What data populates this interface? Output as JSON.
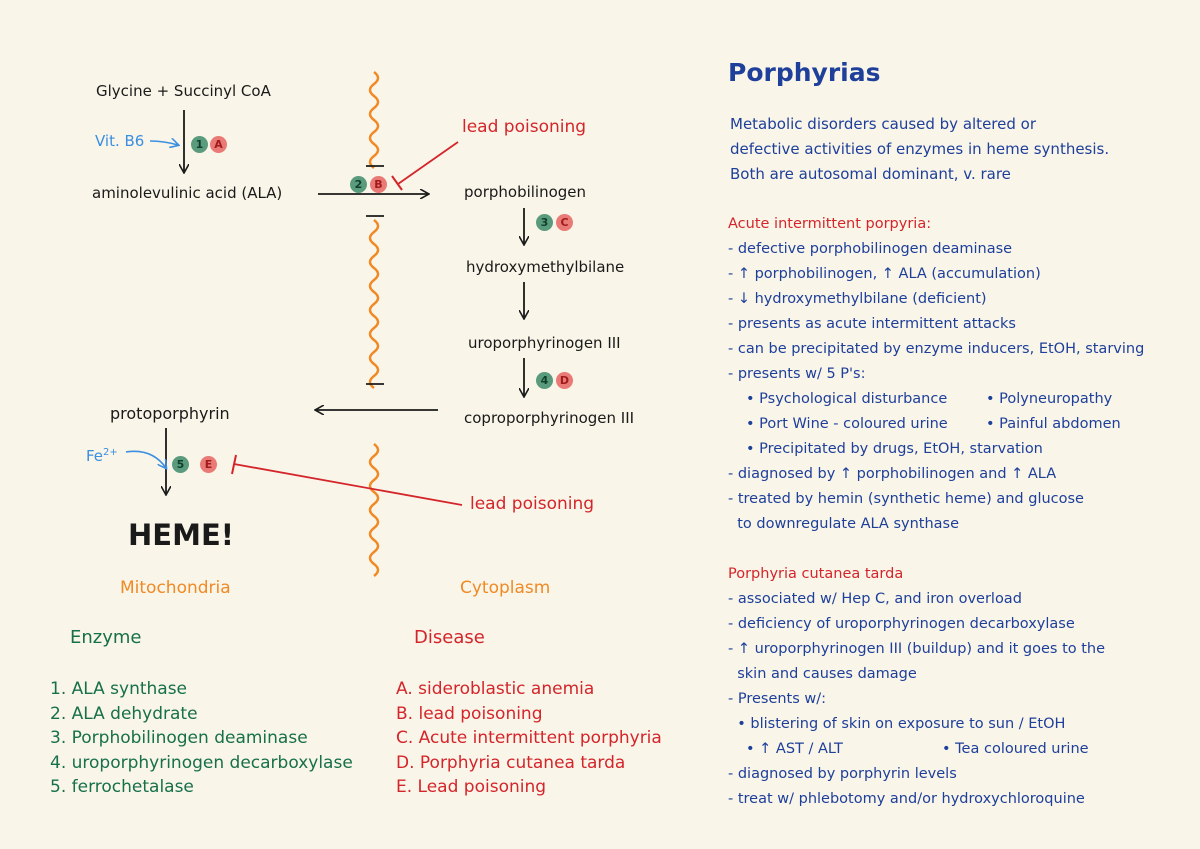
{
  "pathway": {
    "glycine": "Glycine + Succinyl CoA",
    "vit": "Vit. B6",
    "ala": "aminolevulinic acid (ALA)",
    "pbg": "porphobilinogen",
    "hmb": "hydroxymethylbilane",
    "uro": "uroporphyrinogen III",
    "copro": "coproporphyrinogen III",
    "proto": "protoporphyrin",
    "fe": "Fe",
    "fe_sup": "2+",
    "heme": "HEME!",
    "lead1": "lead poisoning",
    "lead2": "lead poisoning",
    "mito": "Mitochondria",
    "cyto": "Cytoplasm",
    "badges": {
      "g1": "1",
      "rA": "A",
      "g2": "2",
      "rB": "B",
      "g3": "3",
      "rC": "C",
      "g4": "4",
      "rD": "D",
      "g5": "5",
      "rE": "E"
    }
  },
  "enzyme": {
    "title": "Enzyme",
    "items": [
      "1. ALA synthase",
      "2. ALA dehydrate",
      "3. Porphobilinogen deaminase",
      "4. uroporphyrinogen decarboxylase",
      "5. ferrochetalase"
    ]
  },
  "disease": {
    "title": "Disease",
    "items": [
      "A. sideroblastic anemia",
      "B. lead poisoning",
      "C. Acute intermittent porphyria",
      "D. Porphyria cutanea tarda",
      "E. Lead poisoning"
    ]
  },
  "notes": {
    "title": "Porphyrias",
    "intro": [
      "Metabolic disorders caused by altered or",
      "defective activities of enzymes in heme synthesis.",
      "Both are autosomal dominant, v. rare"
    ],
    "aip": {
      "title": "Acute intermittent porpyria:",
      "lines": [
        "- defective porphobilinogen deaminase",
        "- ↑ porphobilinogen, ↑ ALA (accumulation)",
        "- ↓ hydroxymethylbilane (deficient)",
        "- presents as acute intermittent attacks",
        "- can be precipitated by enzyme inducers, EtOH, starving",
        "- presents w/ 5 P's:"
      ],
      "ps_left": [
        "• Psychological disturbance",
        "• Port Wine - coloured urine"
      ],
      "ps_right": [
        "• Polyneuropathy",
        "• Painful abdomen"
      ],
      "ps_last": "• Precipitated by drugs, EtOH, starvation",
      "tail": [
        "- diagnosed by ↑ porphobilinogen and ↑ ALA",
        "- treated by hemin (synthetic heme) and glucose",
        "  to downregulate ALA synthase"
      ]
    },
    "pct": {
      "title": "Porphyria cutanea tarda",
      "lines": [
        "- associated w/ Hep C, and iron overload",
        "- deficiency of uroporphyrinogen decarboxylase",
        "- ↑ uroporphyrinogen III (buildup) and it goes to the",
        "  skin and causes damage",
        "- Presents w/:",
        "  • blistering of skin on exposure to sun / EtOH"
      ],
      "row_left": "• ↑ AST / ALT",
      "row_right": "• Tea coloured urine",
      "tail": [
        "- diagnosed by porphyrin levels",
        "- treat w/ phlebotomy and/or hydroxychloroquine"
      ]
    }
  },
  "colors": {
    "background": "#f9f5e9",
    "note_blue": "#1e3f9a",
    "red": "#d4252b",
    "green": "#16704a",
    "orange": "#f08a24",
    "light_blue": "#3b8ee0"
  }
}
